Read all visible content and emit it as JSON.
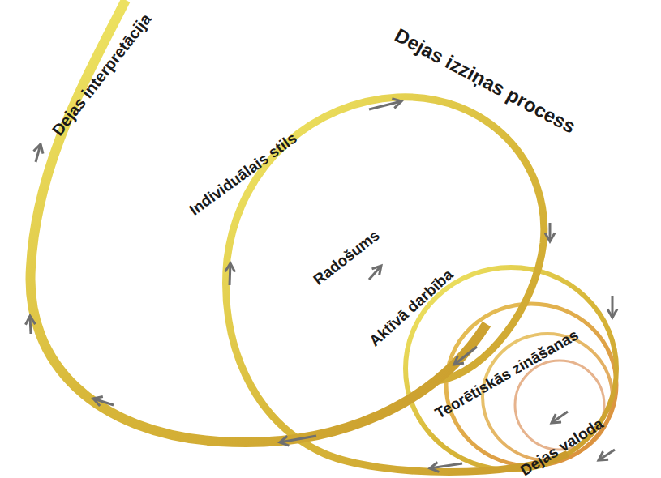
{
  "diagram": {
    "labels": [
      "Dejas interpretācija",
      "Dejas izziņas process",
      "Individuālais stils",
      "Radošums",
      "Aktīvā darbība",
      "Teorētiskās zināšanas",
      "Dejas valoda"
    ]
  }
}
